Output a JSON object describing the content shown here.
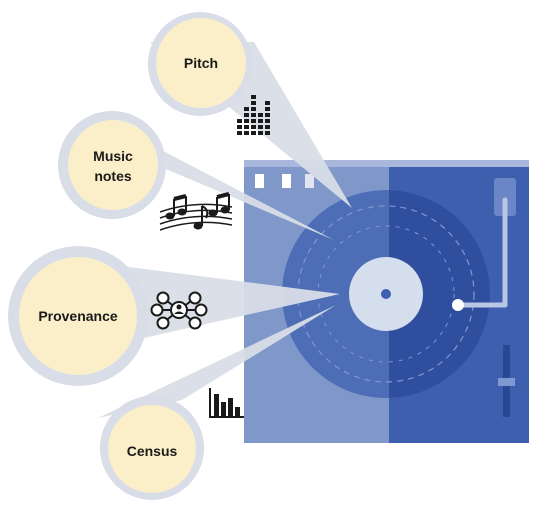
{
  "labels": {
    "pitch": "Pitch",
    "music_notes_line1": "Music",
    "music_notes_line2": "notes",
    "provenance": "Provenance",
    "census": "Census"
  },
  "icons": {
    "pitch": "equalizer-icon",
    "music_notes": "music-notes-icon",
    "provenance": "network-icon",
    "census": "bar-chart-icon"
  },
  "colors": {
    "bubble_fill": "#fbefc9",
    "callout_fill": "#d8dde7",
    "turntable_base": "#8097c9",
    "turntable_shade": "#3d5fad",
    "record": "#3a5aa8",
    "record_label": "#d5deed"
  }
}
